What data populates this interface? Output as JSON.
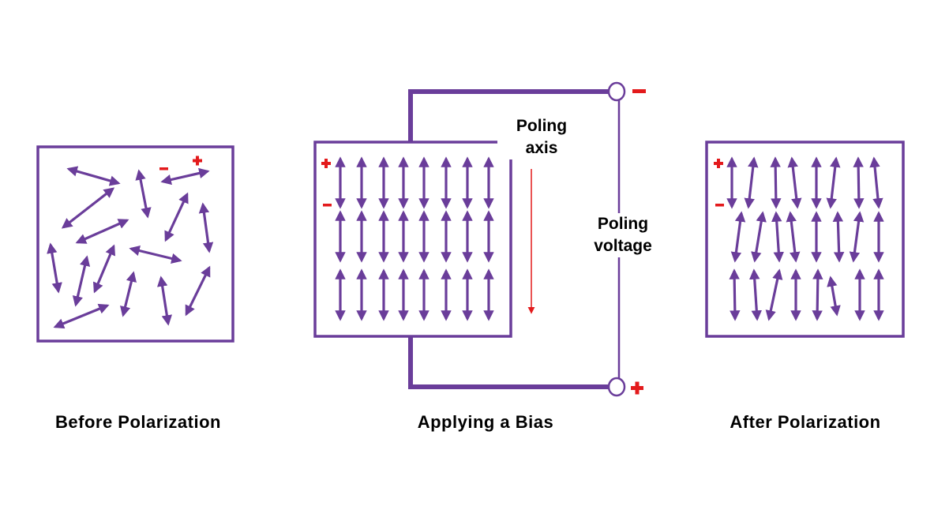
{
  "captions": {
    "before": "Before Polarization",
    "bias": "Applying a Bias",
    "after": "After Polarization"
  },
  "labels": {
    "poling_axis": [
      "Poling",
      "axis"
    ],
    "poling_voltage": [
      "Poling",
      "voltage"
    ]
  },
  "colors": {
    "dipole": "#6a3d9a",
    "frame": "#6a3d9a",
    "sign": "#e31a1c",
    "axis_line": "#e31a1c",
    "text": "#000000"
  }
}
